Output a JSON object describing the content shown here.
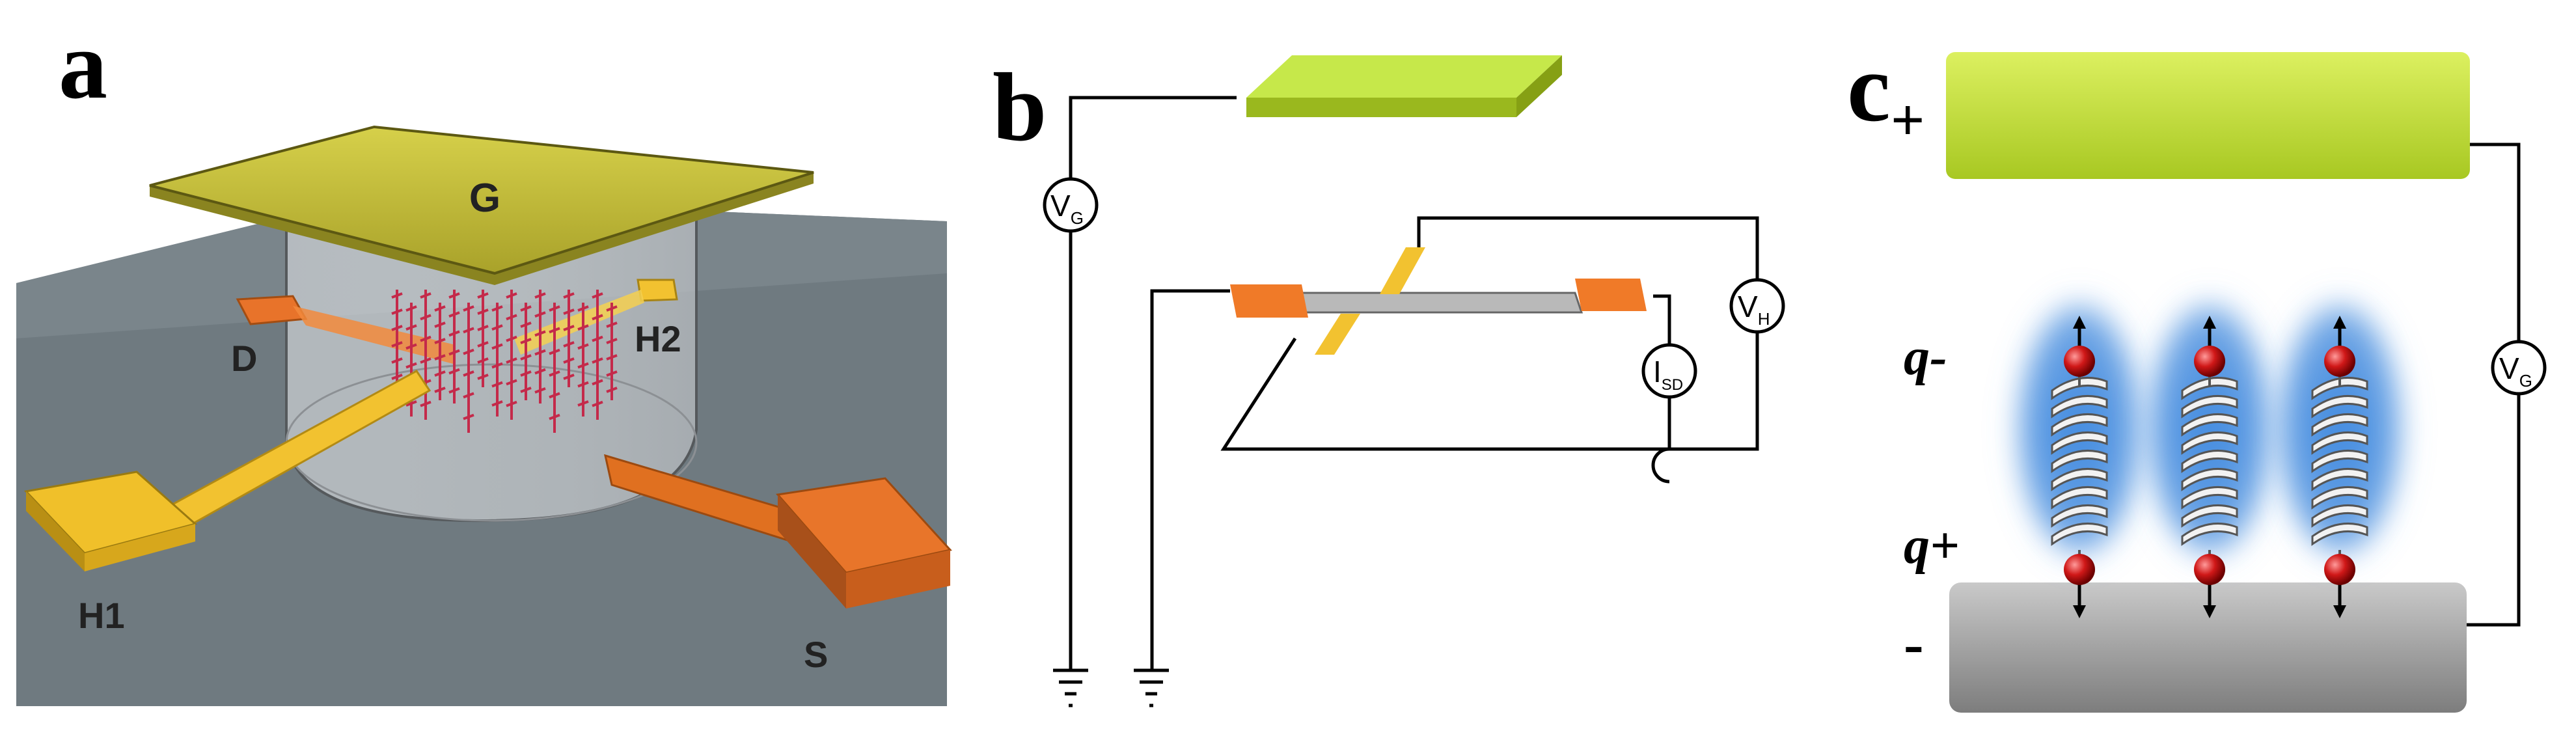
{
  "panels": {
    "a": {
      "letter": "a",
      "labels": {
        "gate": "G",
        "drain": "D",
        "hall1": "H1",
        "hall2": "H2",
        "source": "S"
      }
    },
    "b": {
      "letter": "b",
      "vg": {
        "main": "V",
        "sub": "G"
      },
      "vh": {
        "main": "V",
        "sub": "H"
      },
      "isd": {
        "main": "I",
        "sub": "SD"
      }
    },
    "c": {
      "letter": "c",
      "plus": "+",
      "minus": "-",
      "q_minus": "q-",
      "q_plus": "q+",
      "vg": {
        "main": "V",
        "sub": "G"
      }
    }
  },
  "colors": {
    "gate_yellow": "#c8c23a",
    "electrode_lime": "#c6e84a",
    "contact_orange": "#f07a28",
    "hall_gold": "#f2c230",
    "substrate_gray": "#6f7a80",
    "molecule_blue": "#2f7fd8"
  }
}
